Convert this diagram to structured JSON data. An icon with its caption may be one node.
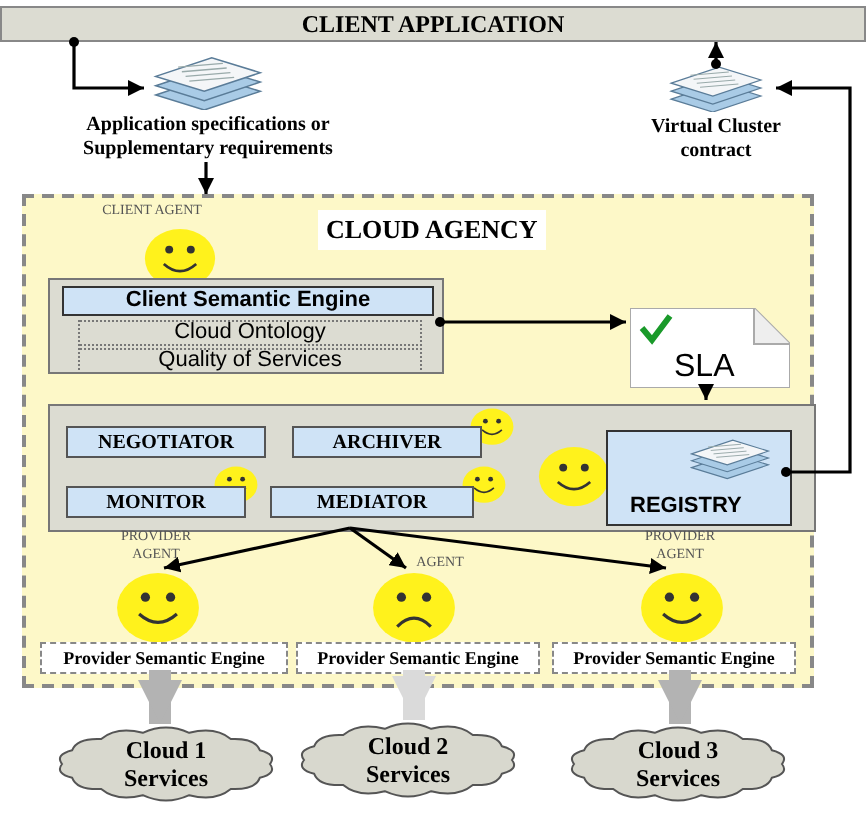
{
  "diagram": {
    "nodes": [
      {
        "text": [
          "CLIENT APPLICATION"
        ]
      },
      {
        "text": [],
        "shape": "picture",
        "beside": [
          "Application specifications or Supplementary requirements"
        ]
      },
      {
        "text": [],
        "shape": "picture",
        "beside": [
          "Virtual Cluster contract"
        ]
      },
      {
        "text": [
          "CLOUD AGENCY"
        ]
      },
      {
        "text": [],
        "shape": "box",
        "in": 3
      },
      {
        "text": [
          "Client Semantic Engine"
        ],
        "in": 4
      },
      {
        "text": [
          "Cloud Ontology"
        ],
        "in": 4
      },
      {
        "text": [
          "Quality of Services"
        ],
        "in": 4
      },
      {
        "text": [
          "SLA"
        ],
        "in": 3
      },
      {
        "text": [],
        "shape": "box",
        "in": 3
      },
      {
        "text": [
          "NEGOTIATOR"
        ],
        "in": 9
      },
      {
        "text": [
          "ARCHIVER"
        ],
        "in": 9
      },
      {
        "text": [
          "MONITOR"
        ],
        "in": 9
      },
      {
        "text": [
          "MEDIATOR"
        ],
        "in": 9
      },
      {
        "text": [
          "REGISTRY"
        ],
        "in": 9
      },
      {
        "text": [],
        "shape": "circle",
        "in": 3
      },
      {
        "text": [],
        "shape": "circle",
        "in": 3
      },
      {
        "text": [],
        "shape": "circle",
        "in": 3
      },
      {
        "text": [
          "Provider Semantic Engine"
        ],
        "in": 3
      },
      {
        "text": [
          "Provider Semantic Engine"
        ],
        "in": 3
      },
      {
        "text": [
          "Provider Semantic Engine"
        ],
        "in": 3
      },
      {
        "text": [
          "Cloud 1 Services"
        ]
      },
      {
        "text": [
          "Cloud 2 Services"
        ]
      },
      {
        "text": [
          "Cloud 3 Services"
        ]
      }
    ],
    "edges": [
      {
        "from": 0,
        "to": 1,
        "arrow": "to"
      },
      {
        "from": 1,
        "to": 3,
        "arrow": "to"
      },
      {
        "from": 4,
        "to": 8,
        "arrow": "to"
      },
      {
        "from": 8,
        "to": 9,
        "arrow": "to"
      },
      {
        "from": 14,
        "to": 2,
        "arrow": "to"
      },
      {
        "from": 2,
        "to": 0,
        "arrow": "to"
      },
      {
        "from": 9,
        "to": 15,
        "arrow": "to"
      },
      {
        "from": 9,
        "to": 16,
        "arrow": "to"
      },
      {
        "from": 9,
        "to": 17,
        "arrow": "to"
      },
      {
        "from": 18,
        "to": 21,
        "arrow": "to",
        "style": "thick",
        "color": "#b3b3b3"
      },
      {
        "from": 19,
        "to": 22,
        "arrow": "to",
        "style": "thick",
        "color": "#dadada"
      },
      {
        "from": 20,
        "to": 23,
        "arrow": "to",
        "style": "thick",
        "color": "#b3b3b3"
      }
    ],
    "labels": [
      "CLIENT AGENT",
      "PROVIDER AGENT",
      "AGENT",
      "PROVIDER AGENT"
    ]
  }
}
